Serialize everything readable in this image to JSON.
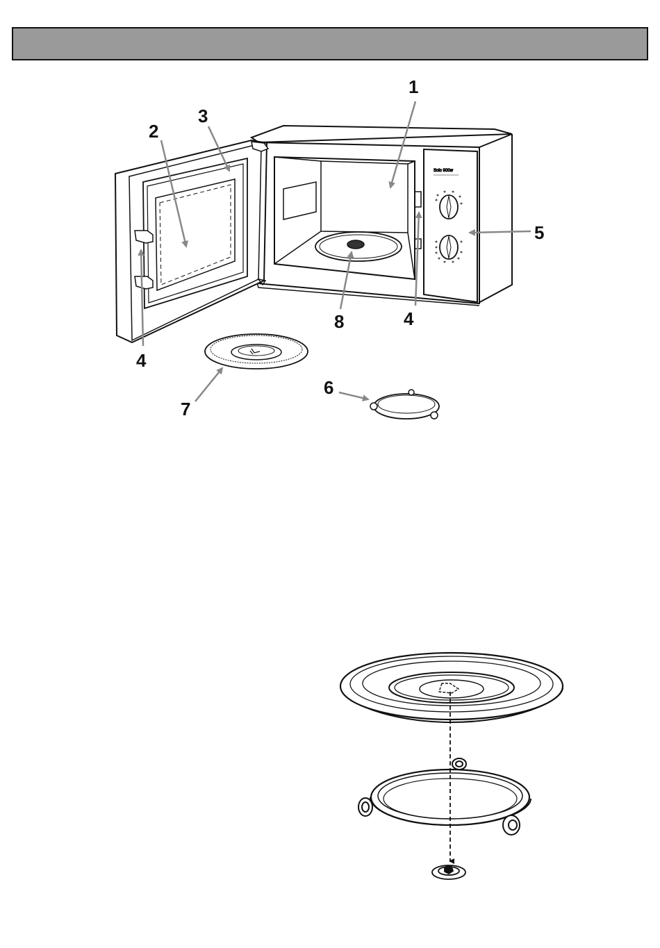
{
  "header": {
    "title": ""
  },
  "diagram": {
    "callouts": [
      {
        "id": "1",
        "label": "1"
      },
      {
        "id": "2",
        "label": "2"
      },
      {
        "id": "3",
        "label": "3"
      },
      {
        "id": "4a",
        "label": "4"
      },
      {
        "id": "4b",
        "label": "4"
      },
      {
        "id": "5",
        "label": "5"
      },
      {
        "id": "6",
        "label": "6"
      },
      {
        "id": "7",
        "label": "7"
      },
      {
        "id": "8",
        "label": "8"
      }
    ],
    "control_panel_text": {
      "model": "Solo 900w"
    },
    "colors": {
      "line": "#111111",
      "arrow": "#888888",
      "header": "#9a9a9a"
    }
  }
}
